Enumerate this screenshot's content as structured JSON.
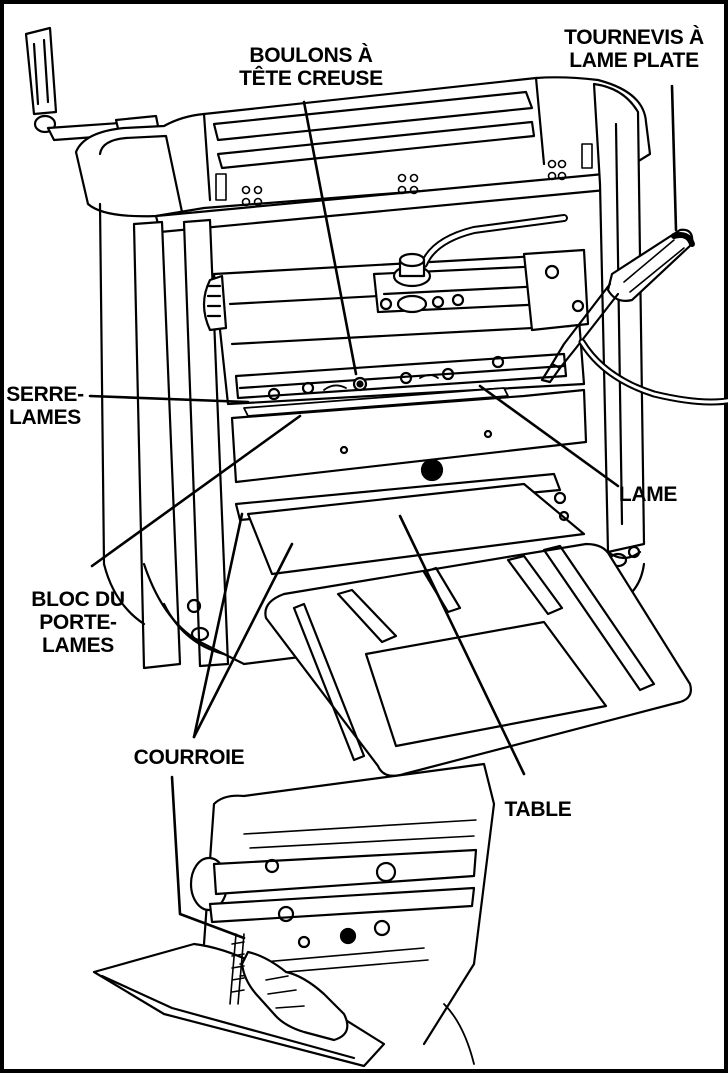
{
  "labels": {
    "boulons": "BOULONS  À\nTÊTE CREUSE",
    "tournevis": "TOURNEVIS À\nLAME PLATE",
    "serre_lames": "SERRE-\nLAMES",
    "lame": "LAME",
    "bloc": "BLOC DU\nPORTE-\nLAMES",
    "courroie": "COURROIE",
    "table": "TABLE"
  }
}
